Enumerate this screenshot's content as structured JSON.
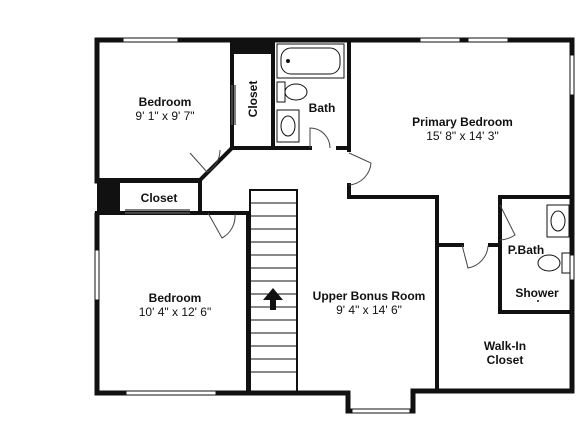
{
  "rooms": {
    "bedroom_top": {
      "name": "Bedroom",
      "dims": "9' 1\" x 9' 7\""
    },
    "closet_top_vertical": {
      "name": "Closet"
    },
    "bath": {
      "name": "Bath"
    },
    "primary_bedroom": {
      "name": "Primary Bedroom",
      "dims": "15' 8\" x 14' 3\""
    },
    "closet_mid": {
      "name": "Closet"
    },
    "bedroom_bottom": {
      "name": "Bedroom",
      "dims": "10' 4\" x 12' 6\""
    },
    "upper_bonus": {
      "name": "Upper Bonus Room",
      "dims": "9' 4\" x 14' 6\""
    },
    "p_bath": {
      "name": "P.Bath"
    },
    "shower": {
      "name": "Shower"
    },
    "walk_in": {
      "name": "Walk-In",
      "name2": "Closet"
    }
  },
  "icons": [
    "toilet-icon",
    "sink-icon",
    "bathtub-icon",
    "stair-arrow-icon",
    "door-swing-icon",
    "window-icon"
  ],
  "colors": {
    "wall": "#111111",
    "background": "#ffffff"
  }
}
